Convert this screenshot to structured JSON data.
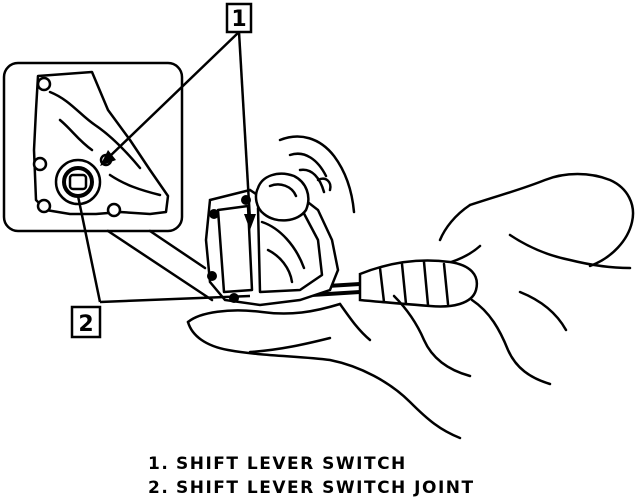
{
  "callouts": [
    {
      "number": "1"
    },
    {
      "number": "2"
    }
  ],
  "legend": [
    {
      "number": "1.",
      "label": "SHIFT LEVER SWITCH"
    },
    {
      "number": "2.",
      "label": "SHIFT LEVER SWITCH JOINT"
    }
  ]
}
